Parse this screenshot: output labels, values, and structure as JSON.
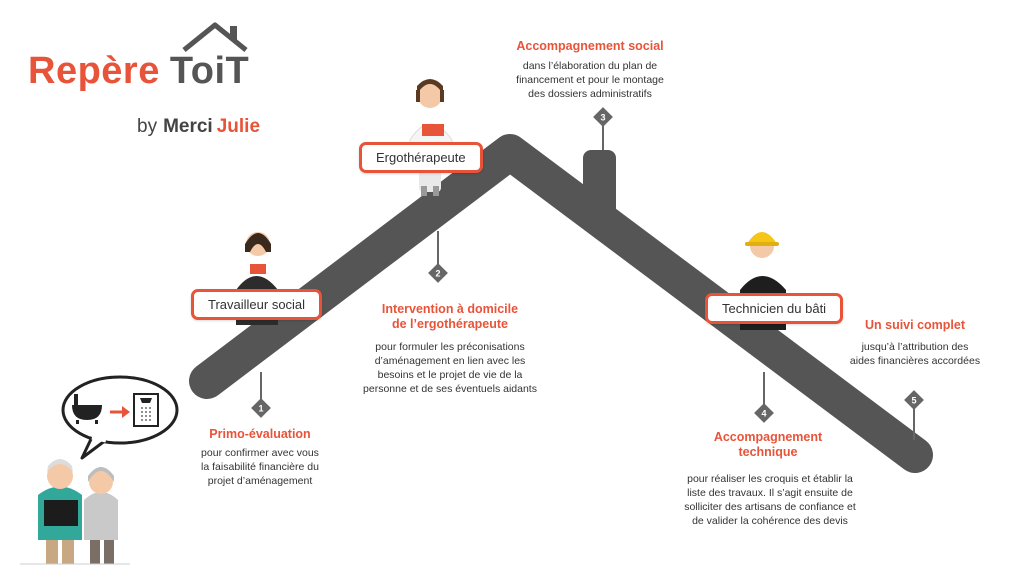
{
  "logo": {
    "brand_part1": "Repère",
    "brand_part2": "ToiT",
    "by": "by",
    "partner_part1": "Merci",
    "partner_part2": "Julie"
  },
  "colors": {
    "accent": "#e8543a",
    "roof": "#555555",
    "marker": "#666666"
  },
  "roles": {
    "ergo": "Ergothérapeute",
    "social": "Travailleur social",
    "tech": "Technicien du bâti"
  },
  "steps": [
    {
      "number": "1",
      "title": "Primo-évaluation",
      "description": [
        "pour confirmer avec vous",
        "la faisabilité financière du",
        "projet d’aménagement"
      ]
    },
    {
      "number": "2",
      "title": "Intervention à domicile de l’ergothérapeute",
      "title_lines": [
        "Intervention à domicile",
        "de l’ergothérapeute"
      ],
      "description": [
        "pour formuler les préconisations",
        "d’aménagement en lien avec les",
        "besoins et le projet de vie de la",
        "personne et de ses éventuels aidants"
      ]
    },
    {
      "number": "3",
      "title": "Accompagnement social",
      "description": [
        "dans l’élaboration du plan de",
        "financement et pour le montage",
        "des dossiers administratifs"
      ]
    },
    {
      "number": "4",
      "title": "Accompagnement technique",
      "title_lines": [
        "Accompagnement",
        "technique"
      ],
      "description": [
        "pour réaliser les croquis et établir la",
        "liste des travaux. Il s’agit ensuite de",
        "solliciter des artisans de confiance et",
        "de valider la cohérence des devis"
      ]
    },
    {
      "number": "5",
      "title": "Un suivi complet",
      "description": [
        "jusqu’à l’attribution des",
        "aides financières accordées"
      ]
    }
  ],
  "icons": {
    "speech": "bathtub-to-shower-icon",
    "arrow": "arrow-right-icon"
  }
}
